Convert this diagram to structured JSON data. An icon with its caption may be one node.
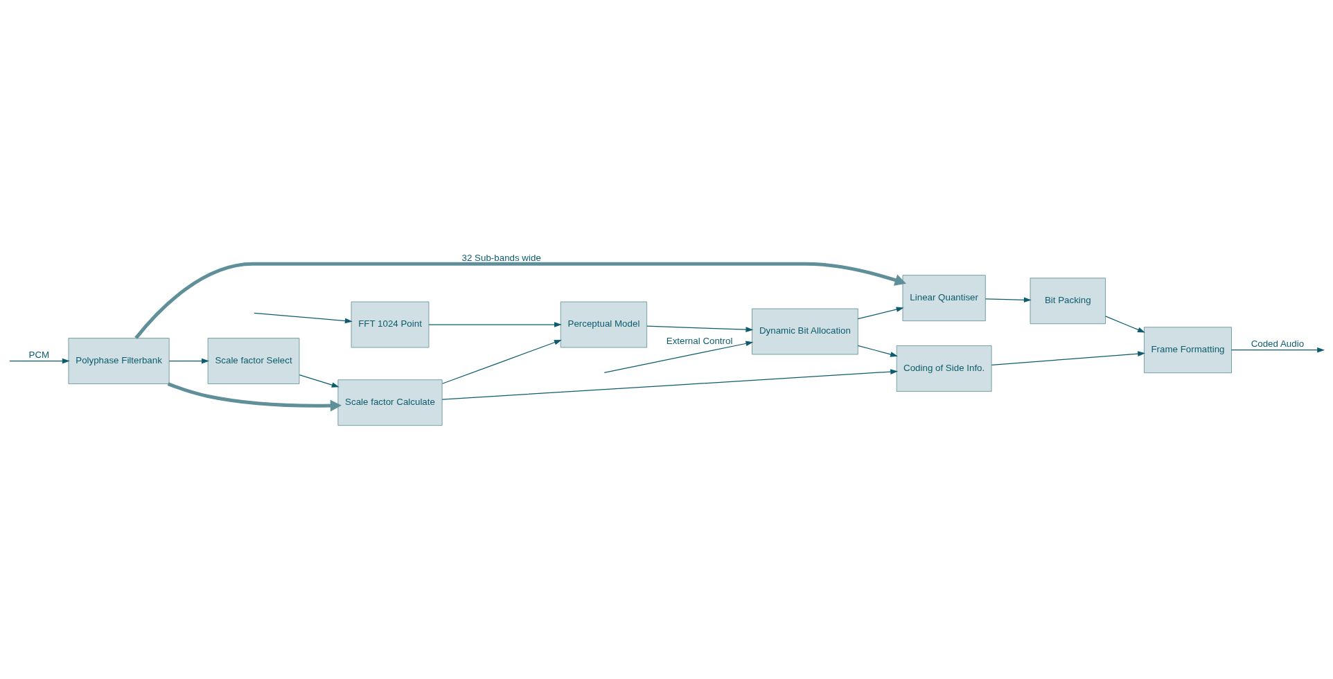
{
  "diagram": {
    "nodes": [
      {
        "text": [
          "Polyphase Filterbank"
        ]
      },
      {
        "text": [
          "Linear Quantiser"
        ]
      },
      {
        "text": [
          "Bit Packing"
        ]
      },
      {
        "text": [
          "Scale factor Select"
        ]
      },
      {
        "text": [
          "Scale factor Calculate"
        ]
      },
      {
        "text": [
          "Coding of Side Info."
        ]
      },
      {
        "text": [
          "Frame Formatting"
        ]
      },
      {
        "text": [
          "FFT 1024 Point"
        ]
      },
      {
        "text": [
          "Perceptual Model"
        ]
      },
      {
        "text": [
          "Dynamic Bit Allocation"
        ]
      }
    ],
    "edges": [
      {
        "from": null,
        "to": 0,
        "arrow": "to",
        "label": "PCM"
      },
      {
        "from": null,
        "to": 7,
        "arrow": "to"
      },
      {
        "from": 0,
        "to": 1,
        "arrow": "to",
        "label": "32 Sub-bands wide",
        "style": "thick"
      },
      {
        "from": 0,
        "to": 4,
        "arrow": "to",
        "style": "thick"
      },
      {
        "from": 0,
        "to": 3,
        "arrow": "to"
      },
      {
        "from": 3,
        "to": 4,
        "arrow": "to"
      },
      {
        "from": 4,
        "to": 5,
        "arrow": "to"
      },
      {
        "from": 4,
        "to": 8,
        "arrow": "to"
      },
      {
        "from": 7,
        "to": 8,
        "arrow": "to"
      },
      {
        "from": 8,
        "to": 9,
        "arrow": "to"
      },
      {
        "from": 9,
        "to": 1,
        "arrow": "to"
      },
      {
        "from": 9,
        "to": 5,
        "arrow": "to"
      },
      {
        "from": 1,
        "to": 2,
        "arrow": "to"
      },
      {
        "from": 2,
        "to": 6,
        "arrow": "to"
      },
      {
        "from": 5,
        "to": 6,
        "arrow": "to"
      },
      {
        "from": 6,
        "to": null,
        "arrow": "to",
        "label": "Coded Audio"
      },
      {
        "from": null,
        "to": 9,
        "arrow": "to",
        "label": "External Control"
      }
    ]
  }
}
